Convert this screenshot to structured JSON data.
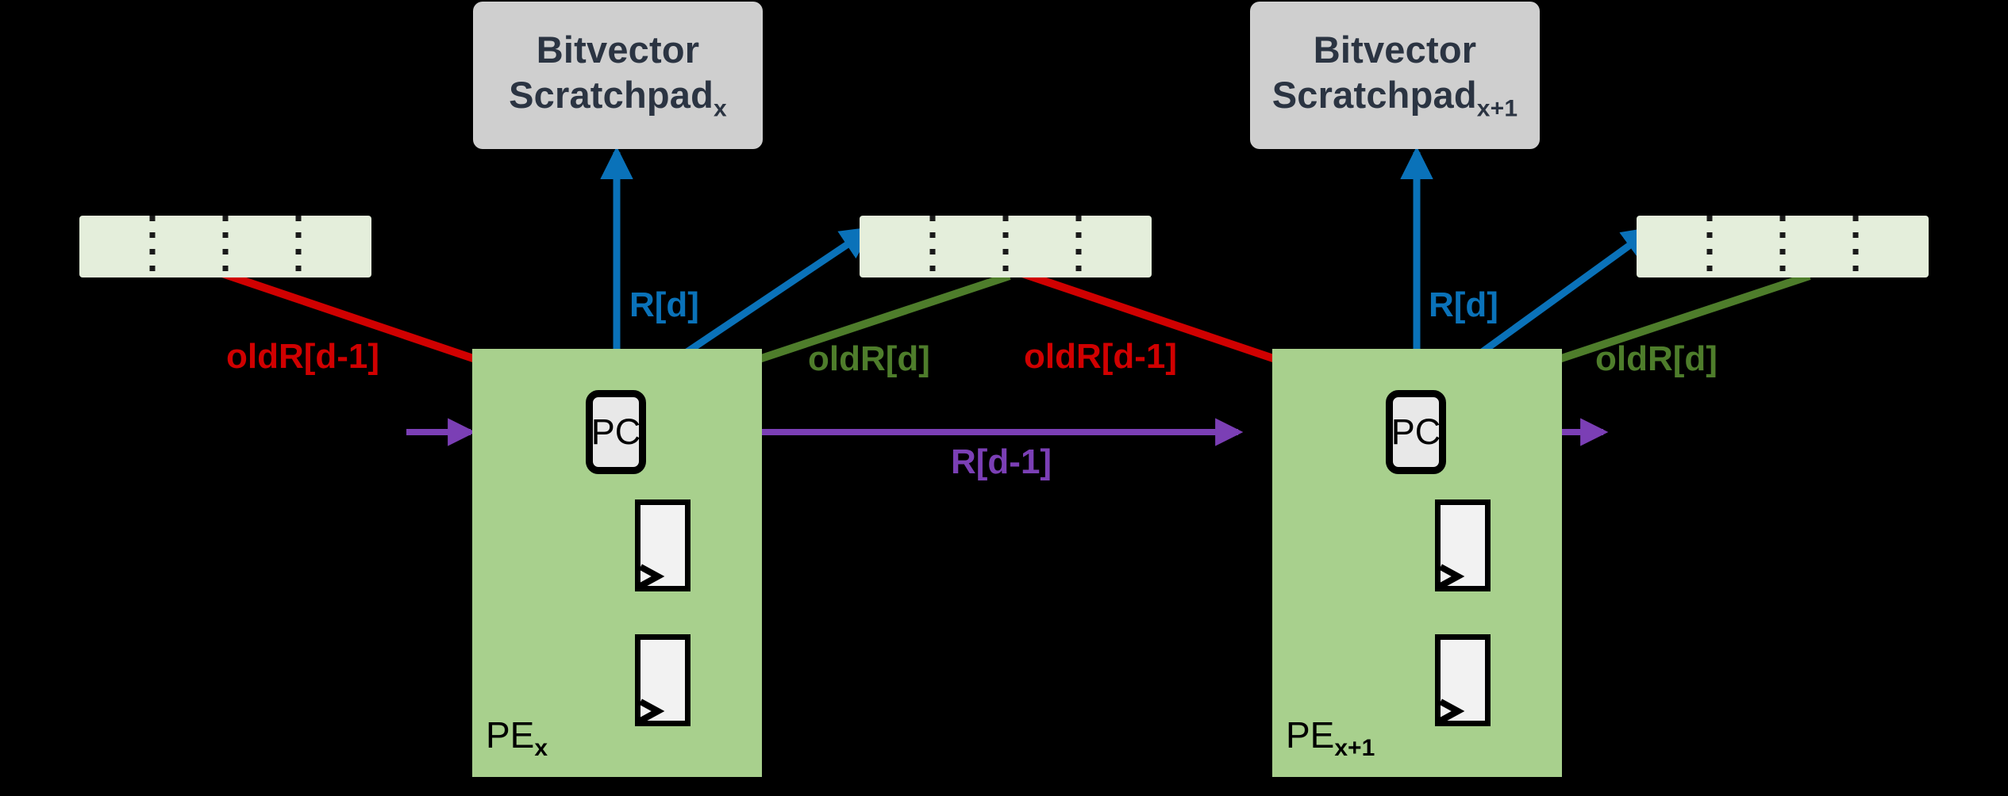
{
  "diagram": {
    "title": "PE pipeline with bitvector scratchpads",
    "background": "#000000",
    "colors": {
      "red": "#d00000",
      "blue": "#0a72b9",
      "green": "#4e7d2b",
      "purple": "#7b3fb5",
      "pe_fill": "#a8d08d",
      "bitvector_fill": "#e4eedb",
      "scratchpad_fill": "#cfcfcf",
      "scratchpad_text": "#2b3442",
      "pc_fill": "#e8e8e8",
      "reg_fill": "#f2f2f2",
      "wire": "#000000"
    }
  },
  "scratchpads": [
    {
      "line1": "Bitvector",
      "line2": "Scratchpad",
      "subscript": "x"
    },
    {
      "line1": "Bitvector",
      "line2": "Scratchpad",
      "subscript": "x+1"
    }
  ],
  "bitvectors": [
    {
      "name": "bitvector-left",
      "cells": 4,
      "dividers": 3
    },
    {
      "name": "bitvector-middle",
      "cells": 4,
      "dividers": 3
    },
    {
      "name": "bitvector-right",
      "cells": 4,
      "dividers": 3
    }
  ],
  "pes": [
    {
      "label": "PE",
      "subscript": "x",
      "unit_label": "PC"
    },
    {
      "label": "PE",
      "subscript": "x+1",
      "unit_label": "PC"
    }
  ],
  "edge_labels": {
    "oldR_dm1_left": "oldR[d-1]",
    "oldR_dm1_right": "oldR[d-1]",
    "R_d_left": "R[d]",
    "R_d_right": "R[d]",
    "oldR_d_left": "oldR[d]",
    "oldR_d_right": "oldR[d]",
    "R_dm1": "R[d-1]"
  }
}
